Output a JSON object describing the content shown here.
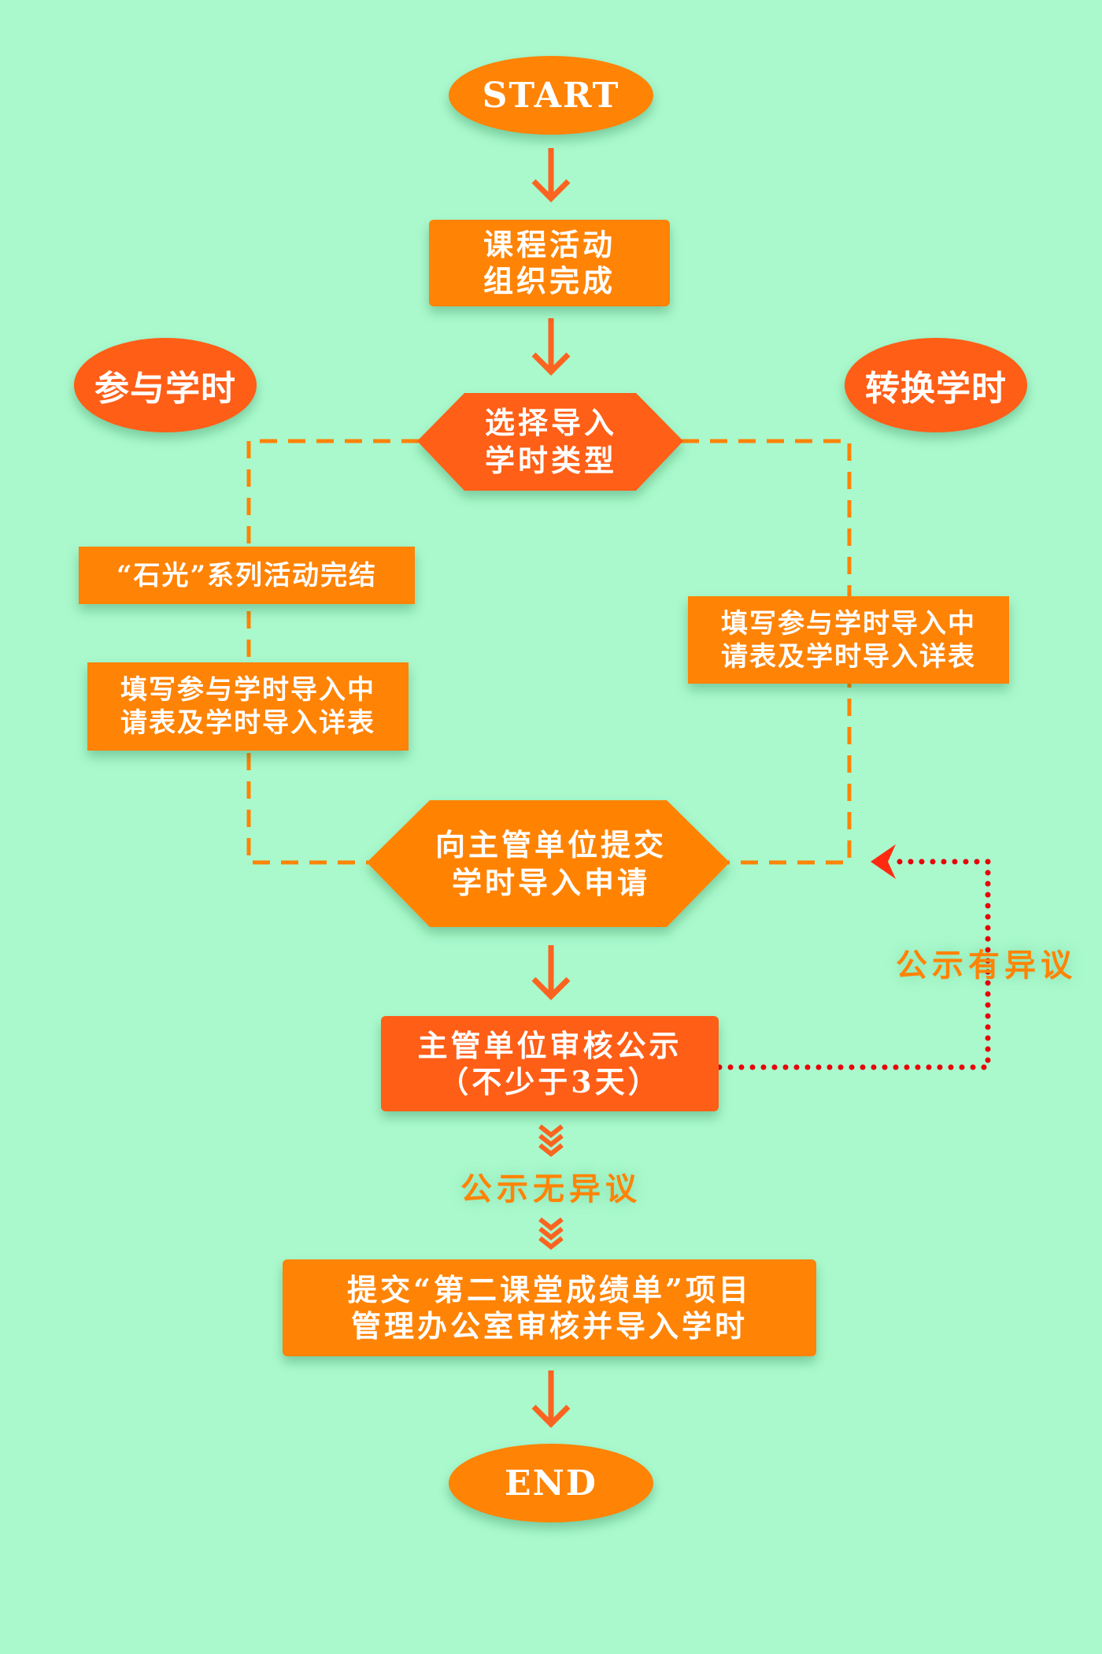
{
  "colors": {
    "background": "#a9f9cd",
    "box_orange": "#ff8305",
    "box_red_orange": "#ff5e17",
    "arrow": "#fa6420",
    "dashed_line": "#ff8305",
    "dotted_feedback": "#e8000a",
    "label_text": "#ff8305"
  },
  "flow": {
    "start": "START",
    "step1": [
      "课程活动",
      "组织完成"
    ],
    "decision": [
      "选择导入",
      "学时类型"
    ],
    "branch_left": {
      "tag": "参与学时",
      "step_a": "“石光”系列活动完结",
      "step_b": [
        "填写参与学时导入中",
        "请表及学时导入详表"
      ]
    },
    "branch_right": {
      "tag": "转换学时",
      "step_a": [
        "填写参与学时导入中",
        "请表及学时导入详表"
      ]
    },
    "submit": [
      "向主管单位提交",
      "学时导入申请"
    ],
    "review": [
      "主管单位审核公示",
      "（不少于3天）"
    ],
    "objection_label": "公示有异议",
    "no_objection_label": "公示无异议",
    "final": [
      "提交“第二课堂成绩单”项目",
      "管理办公室审核并导入学时"
    ],
    "end": "END"
  }
}
